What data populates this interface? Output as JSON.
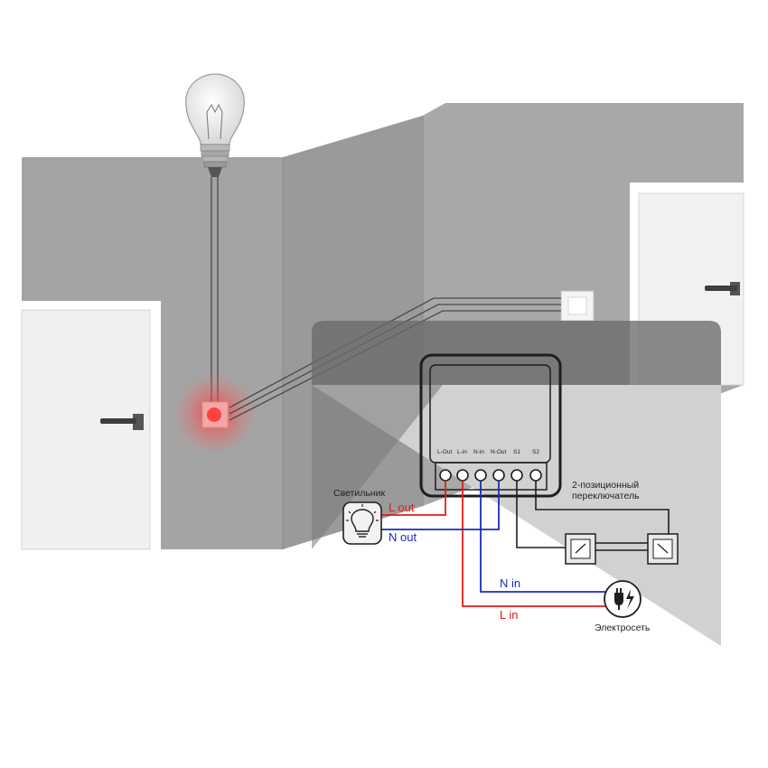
{
  "module": {
    "terminals": [
      "L-Out",
      "L-in",
      "N-in",
      "N-Out",
      "S1",
      "S2"
    ]
  },
  "labels": {
    "lamp": "Светильник",
    "switch": "2-позиционный переключатель",
    "switch_line1": "2-позиционный",
    "switch_line2": "переключатель",
    "mains": "Электросеть",
    "l_out": "L out",
    "n_out": "N out",
    "n_in": "N in",
    "l_in": "L in"
  },
  "icons": {
    "bulb": "light-bulb-icon",
    "lamp": "lamp-icon",
    "switch": "wall-switch-icon",
    "plug": "power-plug-icon",
    "door_handle": "door-handle-icon"
  },
  "colors": {
    "live": "#e31b1b",
    "neutral": "#1a2db5",
    "wall": "#a3a3a3",
    "panel": "#d3d0d0",
    "glow": "#ff3b3b"
  }
}
